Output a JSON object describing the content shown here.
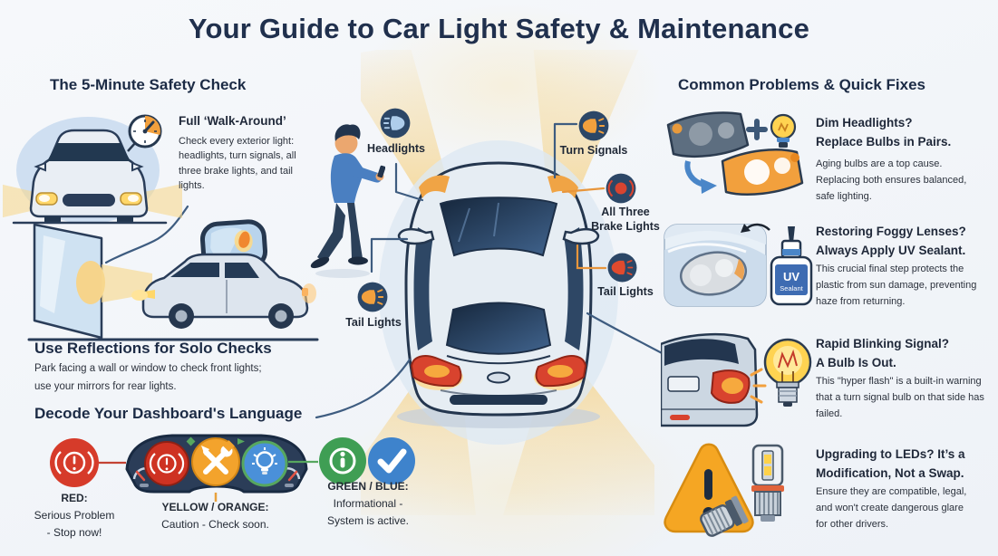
{
  "title": "Your Guide to Car Light Safety & Maintenance",
  "left": {
    "heading": "The 5-Minute Safety Check",
    "item1": {
      "title": "Full ‘Walk-Around’",
      "body": "Check every exterior light: headlights, turn signals, all three brake lights, and tail lights."
    },
    "item2": {
      "title": "Use Reflections for Solo Checks",
      "body": "Park facing a wall or window to check front lights; use your mirrors for rear lights."
    }
  },
  "dashboard": {
    "heading": "Decode Your Dashboard's Language",
    "red": {
      "title": "RED:",
      "line1": "Serious Problem",
      "line2": "- Stop now!"
    },
    "yellow": {
      "title": "YELLOW / ORANGE:",
      "line1": "Caution - Check soon."
    },
    "green": {
      "title": "GREEN / BLUE:",
      "line1": "Informational -",
      "line2": "System is active."
    }
  },
  "diagram": {
    "headlights": "Headlights",
    "turn_signals": "Turn Signals",
    "brake_line1": "All Three",
    "brake_line2": "Brake Lights",
    "tail_right": "Tail Lights",
    "tail_left": "Tail Lights"
  },
  "right": {
    "heading": "Common Problems & Quick Fixes",
    "item1": {
      "t1": "Dim Headlights?",
      "t2": "Replace Bulbs in Pairs.",
      "body": "Aging bulbs are a top cause. Replacing both ensures balanced, safe lighting."
    },
    "item2": {
      "t1": "Restoring Foggy Lenses?",
      "t2": "Always Apply UV Sealant.",
      "body": "This crucial final step protects the plastic from sun damage, preventing haze from returning."
    },
    "item3": {
      "t1": "Rapid Blinking Signal?",
      "t2": "A Bulb Is Out.",
      "body": "This \"hyper flash\" is a built-in warning that a turn signal bulb on that side has failed."
    },
    "item4": {
      "t1": "Upgrading to LEDs? It’s a",
      "t2": "Modification, Not a Swap.",
      "body": "Ensure they are compatible, legal, and won't create dangerous glare for other drivers."
    }
  },
  "uv_bottle": {
    "line1": "UV",
    "line2": "Sealant"
  },
  "colors": {
    "navy": "#20304d",
    "red": "#d23f2e",
    "orange": "#f2a63b",
    "green": "#43a457",
    "blue": "#3f86cf",
    "icon_circle": "#2c4767"
  }
}
